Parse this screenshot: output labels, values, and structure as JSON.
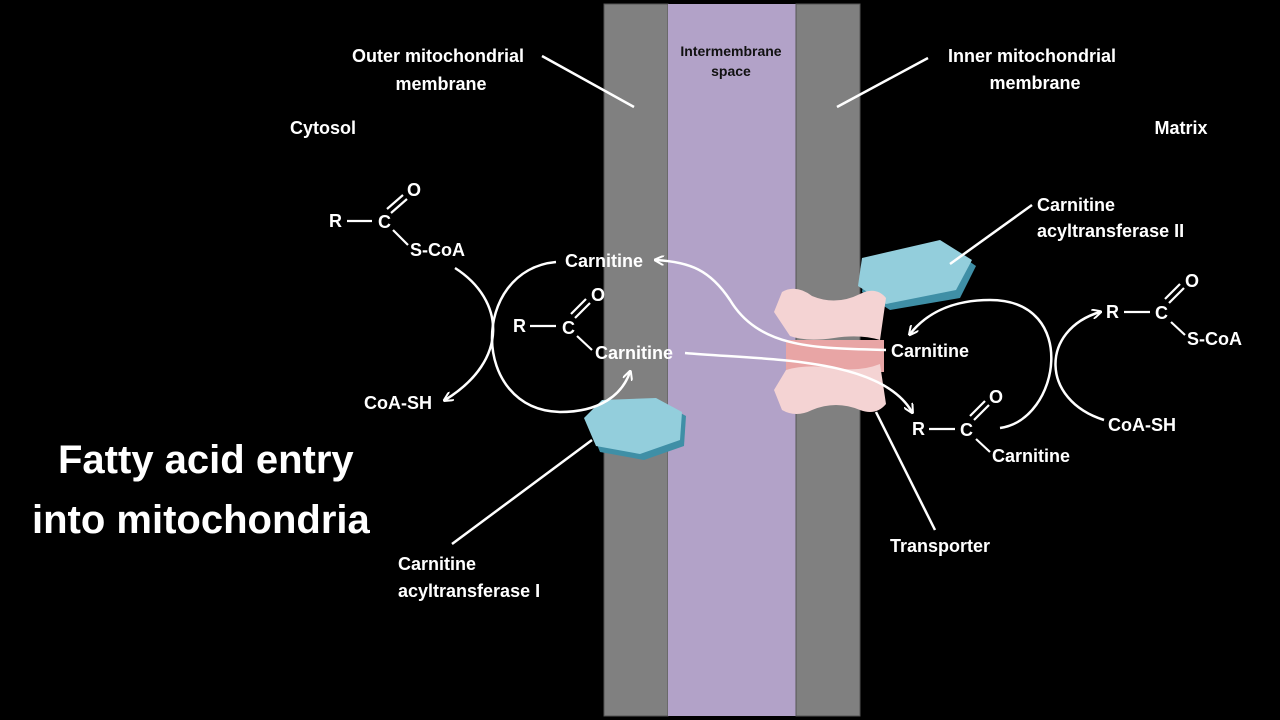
{
  "labels": {
    "outer_membrane": [
      "Outer mitochondrial",
      "membrane"
    ],
    "inner_membrane": [
      "Inner mitochondrial",
      "membrane"
    ],
    "intermembrane": [
      "Intermembrane",
      "space"
    ],
    "cytosol": "Cytosol",
    "matrix": "Matrix",
    "cat2": [
      "Carnitine",
      "acyltransferase II"
    ],
    "cat1": [
      "Carnitine",
      "acyltransferase I"
    ],
    "transporter": "Transporter"
  },
  "title": [
    "Fatty acid entry",
    "into mitochondria"
  ],
  "chem": {
    "r": "R",
    "c": "C",
    "o": "O",
    "scoa": "S-CoA",
    "coash": "CoA-SH",
    "carnitine": "Carnitine"
  },
  "colors": {
    "membrane_gray": "#808080",
    "intermembrane": "#b2a2c8",
    "enzyme": "#93cedc",
    "enzyme_shadow": "#3f8fa6",
    "transporter": "#f4d3d3",
    "transporter_shadow": "#e8a5a5"
  }
}
